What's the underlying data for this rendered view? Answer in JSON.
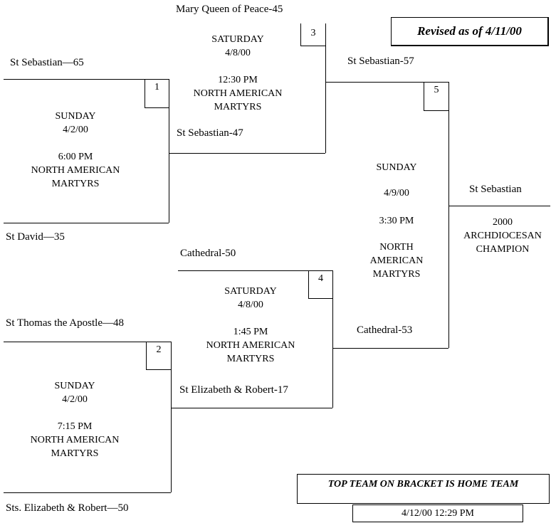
{
  "revised": "Revised as of 4/11/00",
  "games": [
    {
      "number": "1",
      "day": "SUNDAY",
      "date": "4/2/00",
      "time": "6:00 PM",
      "site1": "NORTH AMERICAN",
      "site2": "MARTYRS",
      "top": "St Sebastian—65",
      "bottom": "St David—35"
    },
    {
      "number": "2",
      "day": "SUNDAY",
      "date": "4/2/00",
      "time": "7:15 PM",
      "site1": "NORTH AMERICAN",
      "site2": "MARTYRS",
      "top": "St Thomas the Apostle—48",
      "bottom": "Sts. Elizabeth & Robert—50"
    },
    {
      "number": "3",
      "day": "SATURDAY",
      "date": "4/8/00",
      "time": "12:30 PM",
      "site1": "NORTH AMERICAN",
      "site2": "MARTYRS",
      "top": "Mary Queen of Peace-45",
      "bottom": "St Sebastian-47"
    },
    {
      "number": "4",
      "day": "SATURDAY",
      "date": "4/8/00",
      "time": "1:45 PM",
      "site1": "NORTH AMERICAN",
      "site2": "MARTYRS",
      "top": "Cathedral-50",
      "bottom": "St Elizabeth & Robert-17"
    },
    {
      "number": "5",
      "day": "SUNDAY",
      "date": "4/9/00",
      "time": "3:30 PM",
      "site1": "NORTH",
      "site2": "AMERICAN",
      "site3": "MARTYRS",
      "top": "St Sebastian-57",
      "bottom": "Cathedral-53"
    }
  ],
  "champion": {
    "team": "St Sebastian",
    "line1": "2000",
    "line2": "ARCHDIOCESAN",
    "line3": "CHAMPION"
  },
  "note": "TOP TEAM ON BRACKET IS HOME TEAM",
  "timestamp": "4/12/00 12:29 PM"
}
